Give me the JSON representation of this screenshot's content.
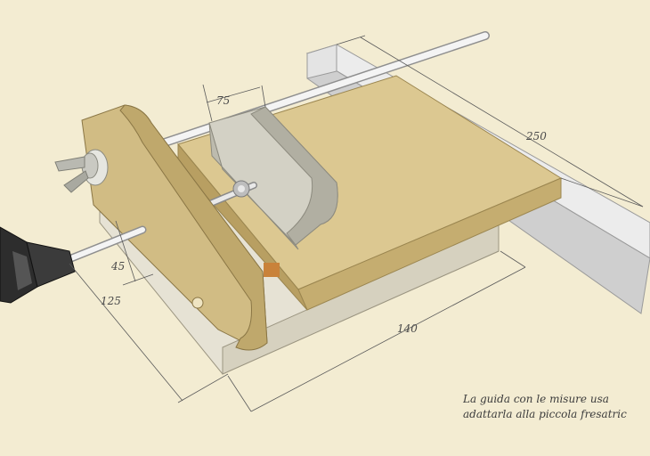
{
  "dimensions": {
    "d75": "75",
    "d250": "250",
    "d45": "45",
    "d125": "125",
    "d140": "140"
  },
  "caption": {
    "line1": "La guida con le misure usa",
    "line2": "adattarla alla piccola fresatric"
  },
  "colors": {
    "background": "#f3ecd2",
    "wood_top": "#d9c48f",
    "wood_side": "#c2aa6c",
    "wood_dark": "#a88f52",
    "metal_light": "#d8d8d0",
    "metal_dark": "#a9a89c",
    "rod": "#f2f2f2",
    "tool": "#2e2e2e",
    "dimension_line": "#5a5a5a"
  }
}
